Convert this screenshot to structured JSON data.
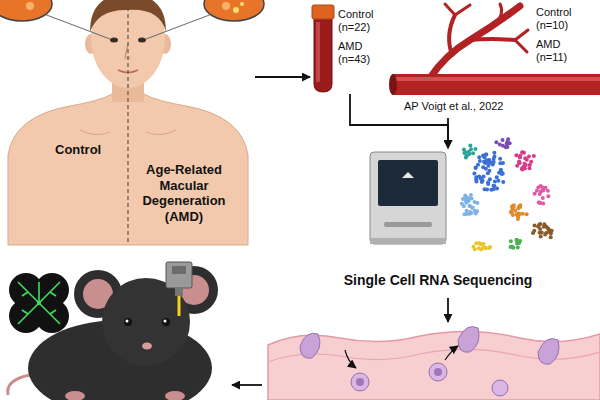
{
  "diagram": {
    "nodes": [
      {
        "text": [
          "Control",
          "Age-Related Macular Degeneration (AMD)"
        ]
      },
      {
        "text": [
          "Control (n=22)",
          "AMD (n=43)"
        ]
      },
      {
        "text": [
          "Control (n=10)",
          "AMD (n=11)",
          "AP Voigt et al., 2022"
        ]
      },
      {
        "text": [
          "Single Cell RNA Sequencing"
        ]
      }
    ],
    "edges": [
      {
        "from": 0,
        "to": 1,
        "arrow": "to"
      },
      {
        "from": 1,
        "to": 3,
        "arrow": "to"
      },
      {
        "from": 2,
        "to": 3,
        "arrow": "to"
      }
    ]
  }
}
